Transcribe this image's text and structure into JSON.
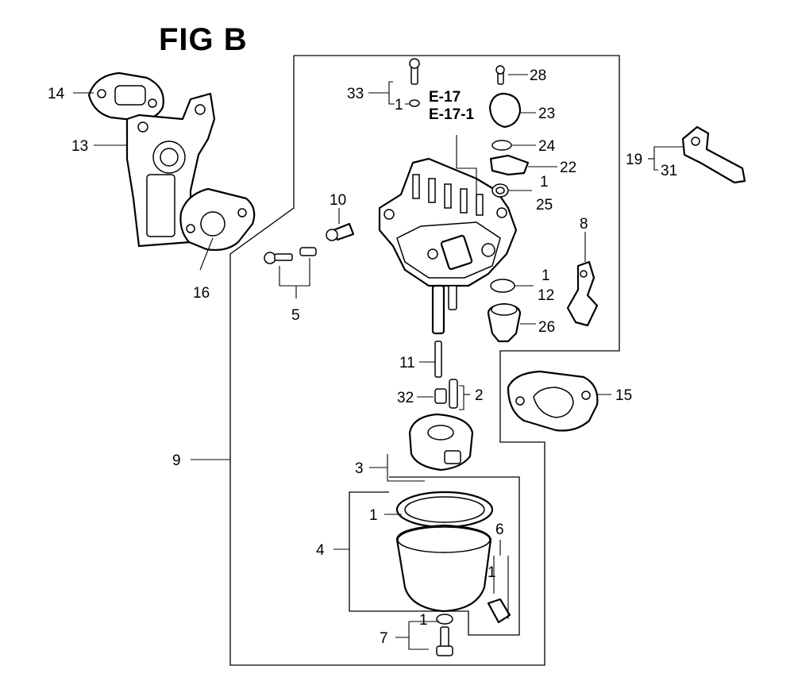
{
  "figure": {
    "title": "FIG B"
  },
  "callouts": {
    "c1": "1",
    "c2": "2",
    "c3": "3",
    "c4": "4",
    "c5": "5",
    "c6": "6",
    "c7": "7",
    "c8": "8",
    "c9": "9",
    "c10": "10",
    "c11": "11",
    "c12": "12",
    "c13": "13",
    "c14": "14",
    "c15": "15",
    "c16": "16",
    "c19": "19",
    "c22": "22",
    "c23": "23",
    "c24": "24",
    "c25": "25",
    "c26": "26",
    "c28": "28",
    "c31": "31",
    "c32": "32",
    "c33": "33"
  },
  "references": {
    "r1": "E-17",
    "r2": "E-17-1"
  }
}
